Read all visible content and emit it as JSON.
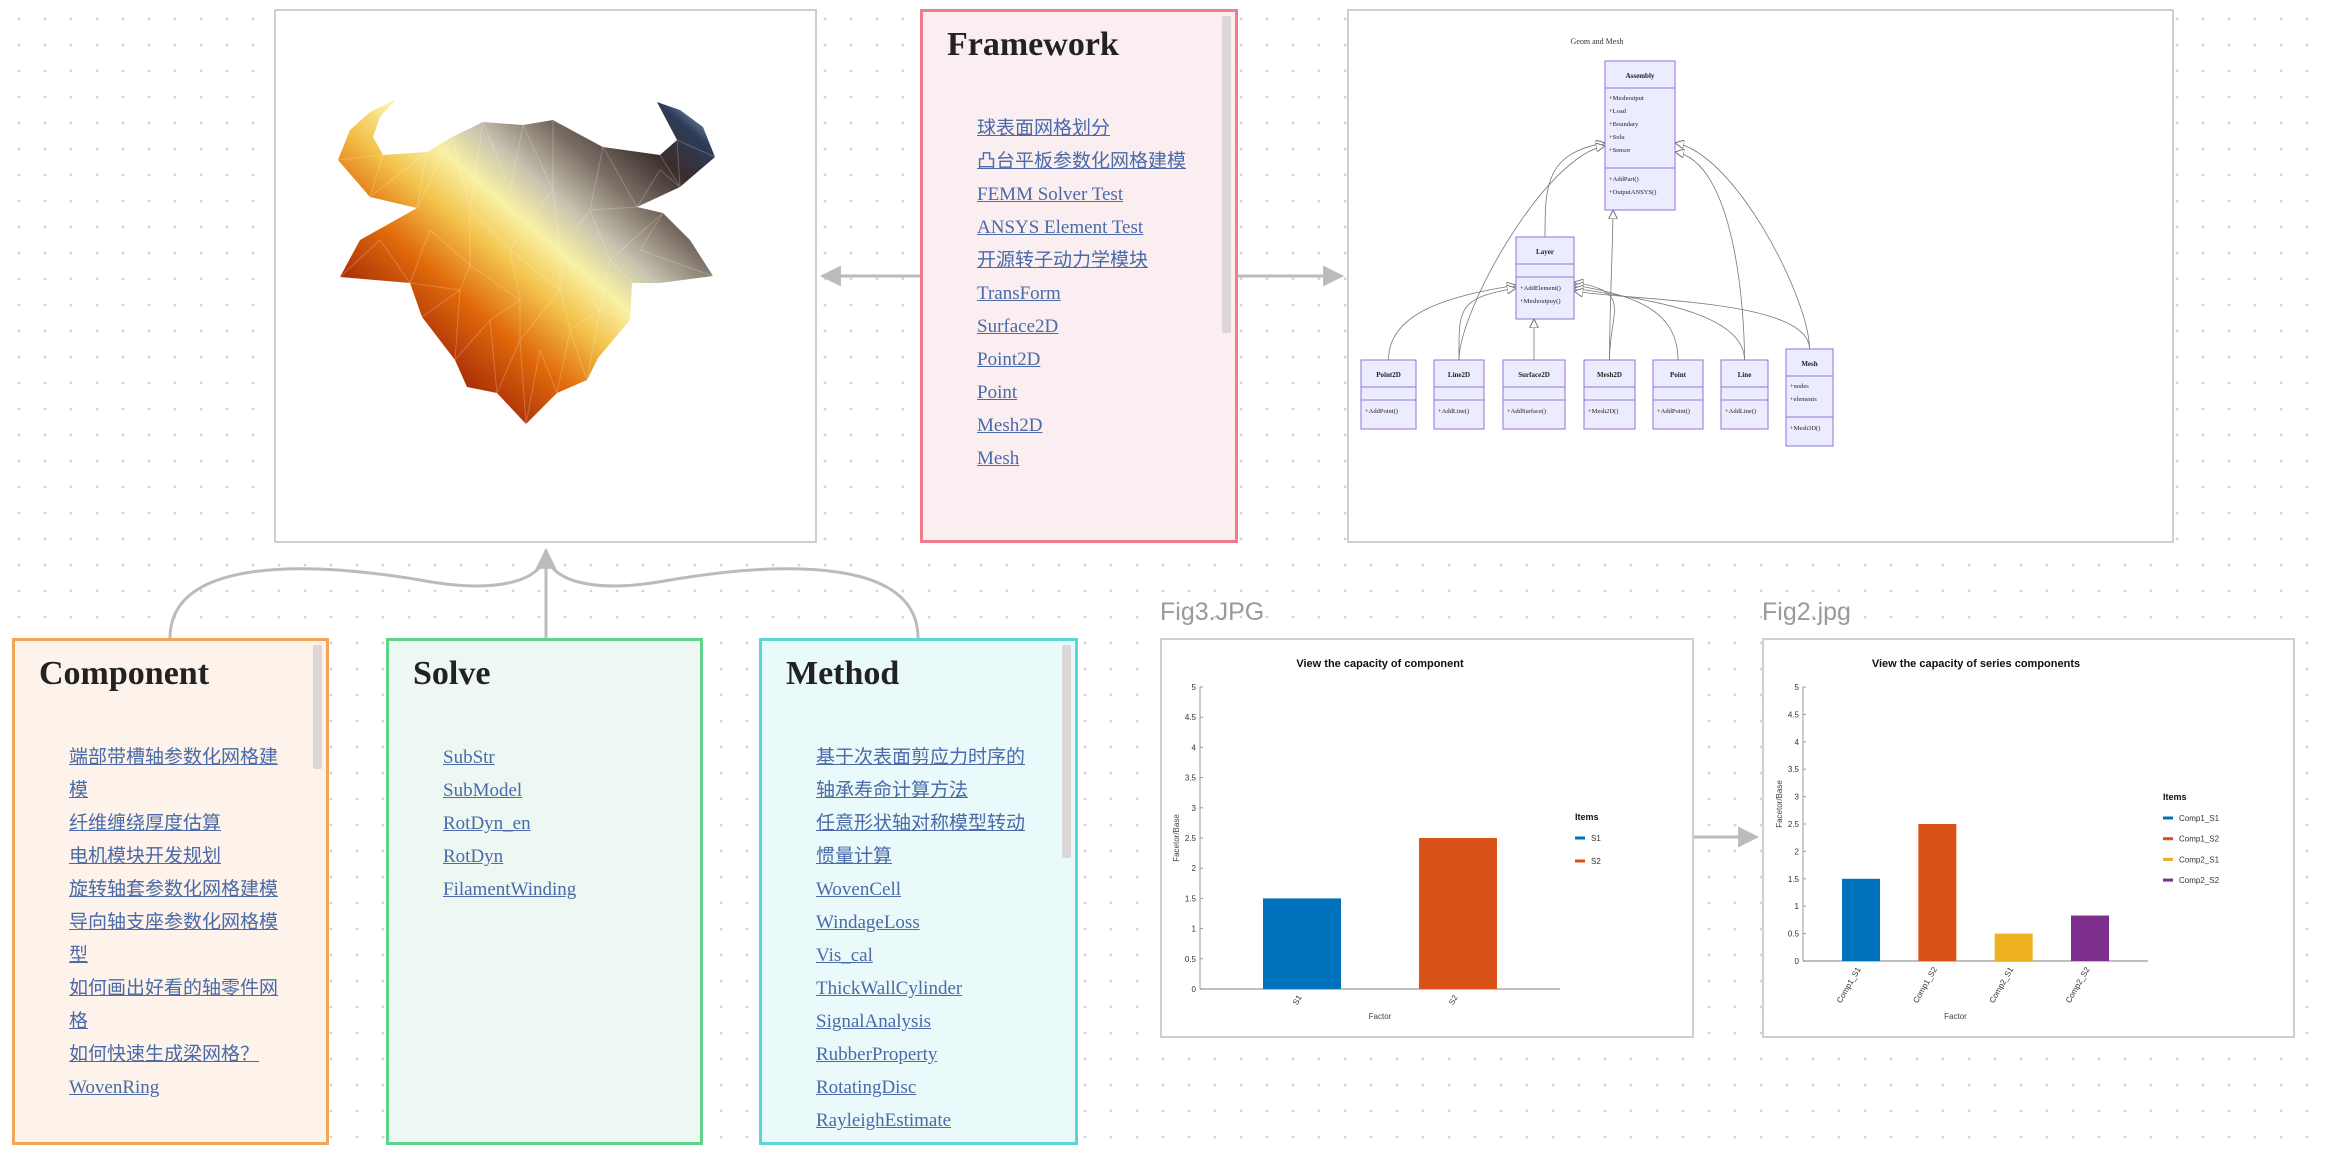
{
  "cards": {
    "framework": {
      "title": "Framework",
      "links": [
        "球表面网格划分",
        "凸台平板参数化网格建模",
        "FEMM Solver Test",
        "ANSYS Element Test",
        "开源转子动力学模块",
        "TransForm",
        "Surface2D",
        "Point2D",
        "Point",
        "Mesh2D",
        "Mesh"
      ]
    },
    "component": {
      "title": "Component",
      "links": [
        "端部带槽轴参数化网格建模",
        "纤维缠绕厚度估算",
        "电机模块开发规划",
        "旋转轴套参数化网格建模",
        "导向轴支座参数化网格模型",
        "如何画出好看的轴零件网格",
        "如何快速生成梁网格？",
        "WovenRing"
      ]
    },
    "solve": {
      "title": "Solve",
      "links": [
        "SubStr",
        "SubModel",
        "RotDyn_en",
        "RotDyn",
        "FilamentWinding"
      ]
    },
    "method": {
      "title": "Method",
      "links": [
        "基于次表面剪应力时序的轴承寿命计算方法",
        "任意形状轴对称模型转动惯量计算",
        "WovenCell",
        "WindageLoss",
        "Vis_cal",
        "ThickWallCylinder",
        "SignalAnalysis",
        "RubberProperty",
        "RotatingDisc",
        "RayleighEstimate"
      ]
    }
  },
  "uml": {
    "title": "Geom and Mesh",
    "classes": [
      {
        "name": "Assembly",
        "attributes": [
          "+Meshoutput",
          "+Load",
          "+Boundary",
          "+Solu",
          "+Sensor"
        ],
        "methods": [
          "+AddPart()",
          "+OutputANSYS()"
        ]
      },
      {
        "name": "Layer",
        "attributes": [],
        "methods": [
          "+AddElement()",
          "+Meshoutpuy()"
        ]
      },
      {
        "name": "Point2D",
        "attributes": [],
        "methods": [
          "+AddPoint()"
        ]
      },
      {
        "name": "Line2D",
        "attributes": [],
        "methods": [
          "+AddLine()"
        ]
      },
      {
        "name": "Surface2D",
        "attributes": [],
        "methods": [
          "+AddSurface()"
        ]
      },
      {
        "name": "Mesh2D",
        "attributes": [],
        "methods": [
          "+Mesh2D()"
        ]
      },
      {
        "name": "Point",
        "attributes": [],
        "methods": [
          "+AddPoint()"
        ]
      },
      {
        "name": "Line",
        "attributes": [],
        "methods": [
          "+AddLine()"
        ]
      },
      {
        "name": "Mesh",
        "attributes": [
          "+nodes",
          "+elements"
        ],
        "methods": [
          "+Mesh3D()"
        ]
      }
    ],
    "edges": [
      [
        "Layer",
        "Assembly"
      ],
      [
        "Line2D",
        "Assembly"
      ],
      [
        "Mesh2D",
        "Assembly"
      ],
      [
        "Line",
        "Assembly"
      ],
      [
        "Mesh",
        "Assembly"
      ],
      [
        "Point2D",
        "Layer"
      ],
      [
        "Line2D",
        "Layer"
      ],
      [
        "Surface2D",
        "Layer"
      ],
      [
        "Mesh2D",
        "Layer"
      ],
      [
        "Point",
        "Layer"
      ],
      [
        "Line",
        "Layer"
      ],
      [
        "Mesh",
        "Layer"
      ]
    ]
  },
  "figures": {
    "fig3_label": "Fig3.JPG",
    "fig2_label": "Fig2.jpg"
  },
  "colors": {
    "blue": "#0072bd",
    "orange": "#d95319",
    "yellow": "#edb120",
    "purple": "#7e2f8e",
    "uml_fill": "#ececff",
    "uml_stroke": "#9370db"
  },
  "chart_data": [
    {
      "type": "bar",
      "title": "View the capacity of component",
      "xlabel": "Factor",
      "ylabel": "Facetor/Base",
      "categories": [
        "S1",
        "S2"
      ],
      "values": [
        1.5,
        2.5
      ],
      "colors": [
        "#0072bd",
        "#d95319"
      ],
      "ylim": [
        0,
        5
      ],
      "yticks": [
        "0",
        "0.5",
        "1",
        "1.5",
        "2",
        "2.5",
        "3",
        "3.5",
        "4",
        "4.5",
        "5"
      ],
      "legend_title": "Items",
      "legend": [
        "S1",
        "S2"
      ],
      "legend_position": "right"
    },
    {
      "type": "bar",
      "title": "View the capacity of series components",
      "xlabel": "Factor",
      "ylabel": "Facetor/Base",
      "categories": [
        "Comp1_S1",
        "Comp1_S2",
        "Comp2_S1",
        "Comp2_S2"
      ],
      "values": [
        1.5,
        2.5,
        0.5,
        0.83
      ],
      "colors": [
        "#0072bd",
        "#d95319",
        "#edb120",
        "#7e2f8e"
      ],
      "ylim": [
        0,
        5
      ],
      "yticks": [
        "0",
        "0.5",
        "1",
        "1.5",
        "2",
        "2.5",
        "3",
        "3.5",
        "4",
        "4.5",
        "5"
      ],
      "legend_title": "Items",
      "legend": [
        "Comp1_S1",
        "Comp1_S2",
        "Comp2_S1",
        "Comp2_S2"
      ],
      "legend_position": "right"
    }
  ]
}
